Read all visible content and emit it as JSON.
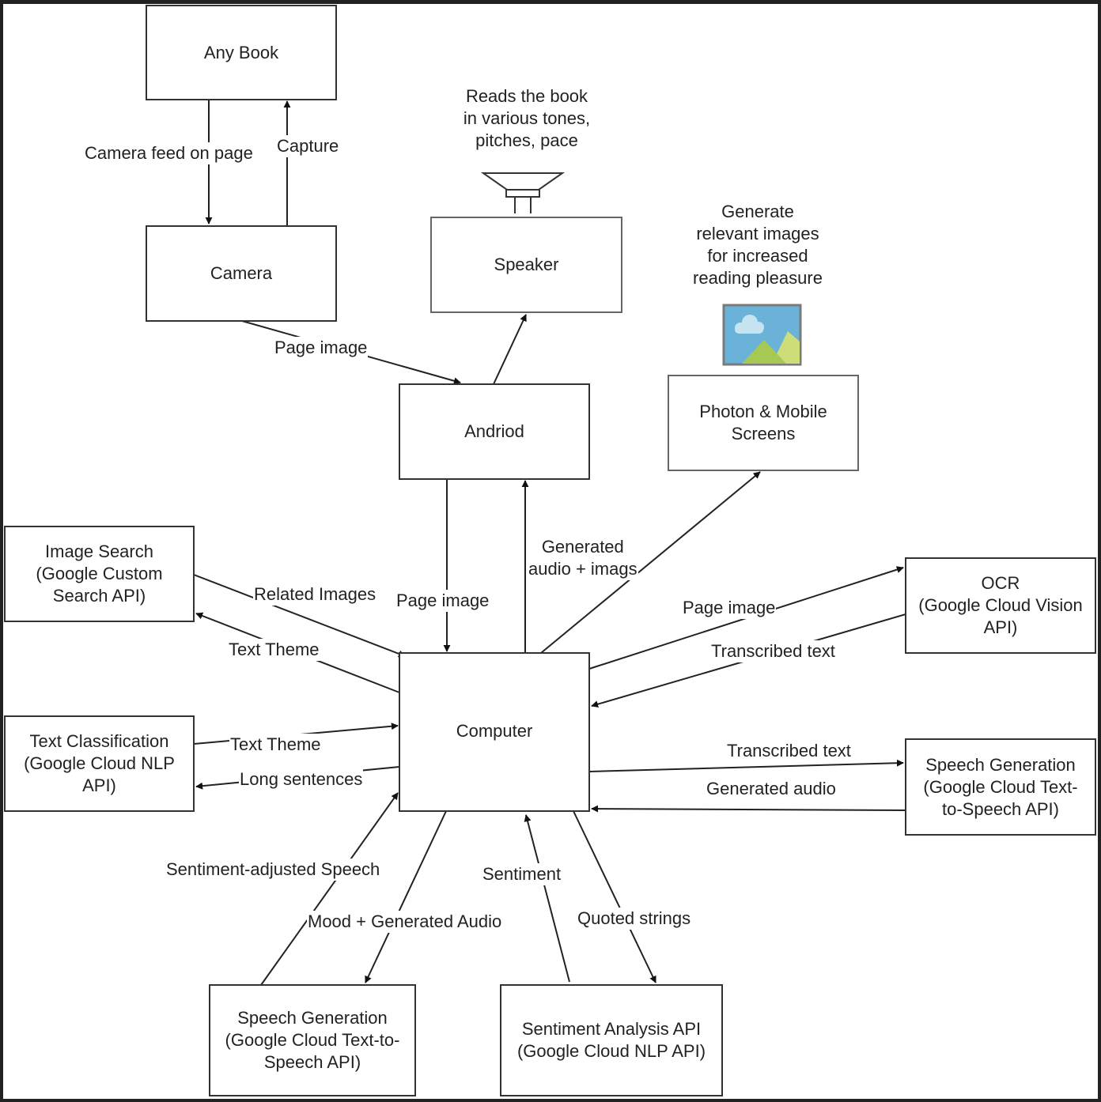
{
  "nodes": {
    "any_book": "Any Book",
    "camera": "Camera",
    "speaker": "Speaker",
    "andriod": "Andriod",
    "photon_screens": "Photon & Mobile\nScreens",
    "image_search": "Image Search\n(Google Custom\nSearch API)",
    "text_classification": "Text Classification\n(Google Cloud NLP\nAPI)",
    "computer": "Computer",
    "ocr": "OCR\n(Google Cloud Vision\nAPI)",
    "speech_generation_right": "Speech Generation\n(Google Cloud Text-\nto-Speech API)",
    "speech_generation_bottom": "Speech Generation\n(Google Cloud Text-to-\nSpeech API)",
    "sentiment_analysis": "Sentiment Analysis API\n(Google Cloud NLP API)"
  },
  "captions": {
    "speaker_note": "Reads the book\nin various tones,\npitches, pace",
    "images_note": "Generate\nrelevant images\nfor increased\nreading pleasure"
  },
  "edges": {
    "camera_feed": "Camera feed on page",
    "capture": "Capture",
    "camera_page_image": "Page image",
    "android_page_image": "Page image",
    "generated_audio_images": "Generated\naudio + imags",
    "related_images": "Related Images",
    "text_theme_to_search": "Text Theme",
    "text_theme_from_classification": "Text Theme",
    "long_sentences": "Long sentences",
    "ocr_page_image": "Page image",
    "ocr_transcribed": "Transcribed text",
    "tts_transcribed": "Transcribed text",
    "tts_generated_audio": "Generated audio",
    "sentiment_adjusted_speech": "Sentiment-adjusted Speech",
    "mood_generated_audio": "Mood + Generated Audio",
    "sentiment": "Sentiment",
    "quoted_strings": "Quoted strings"
  },
  "icons": {
    "speaker": "speaker-icon",
    "image": "image-icon"
  },
  "colors": {
    "line": "#222222",
    "frame": "#222222",
    "sky": "#6bb2d9",
    "cloud": "#c6e3f1",
    "mountain_dark": "#a7c853",
    "mountain_light": "#cfdd78",
    "icon_border": "#7a7a7a"
  }
}
